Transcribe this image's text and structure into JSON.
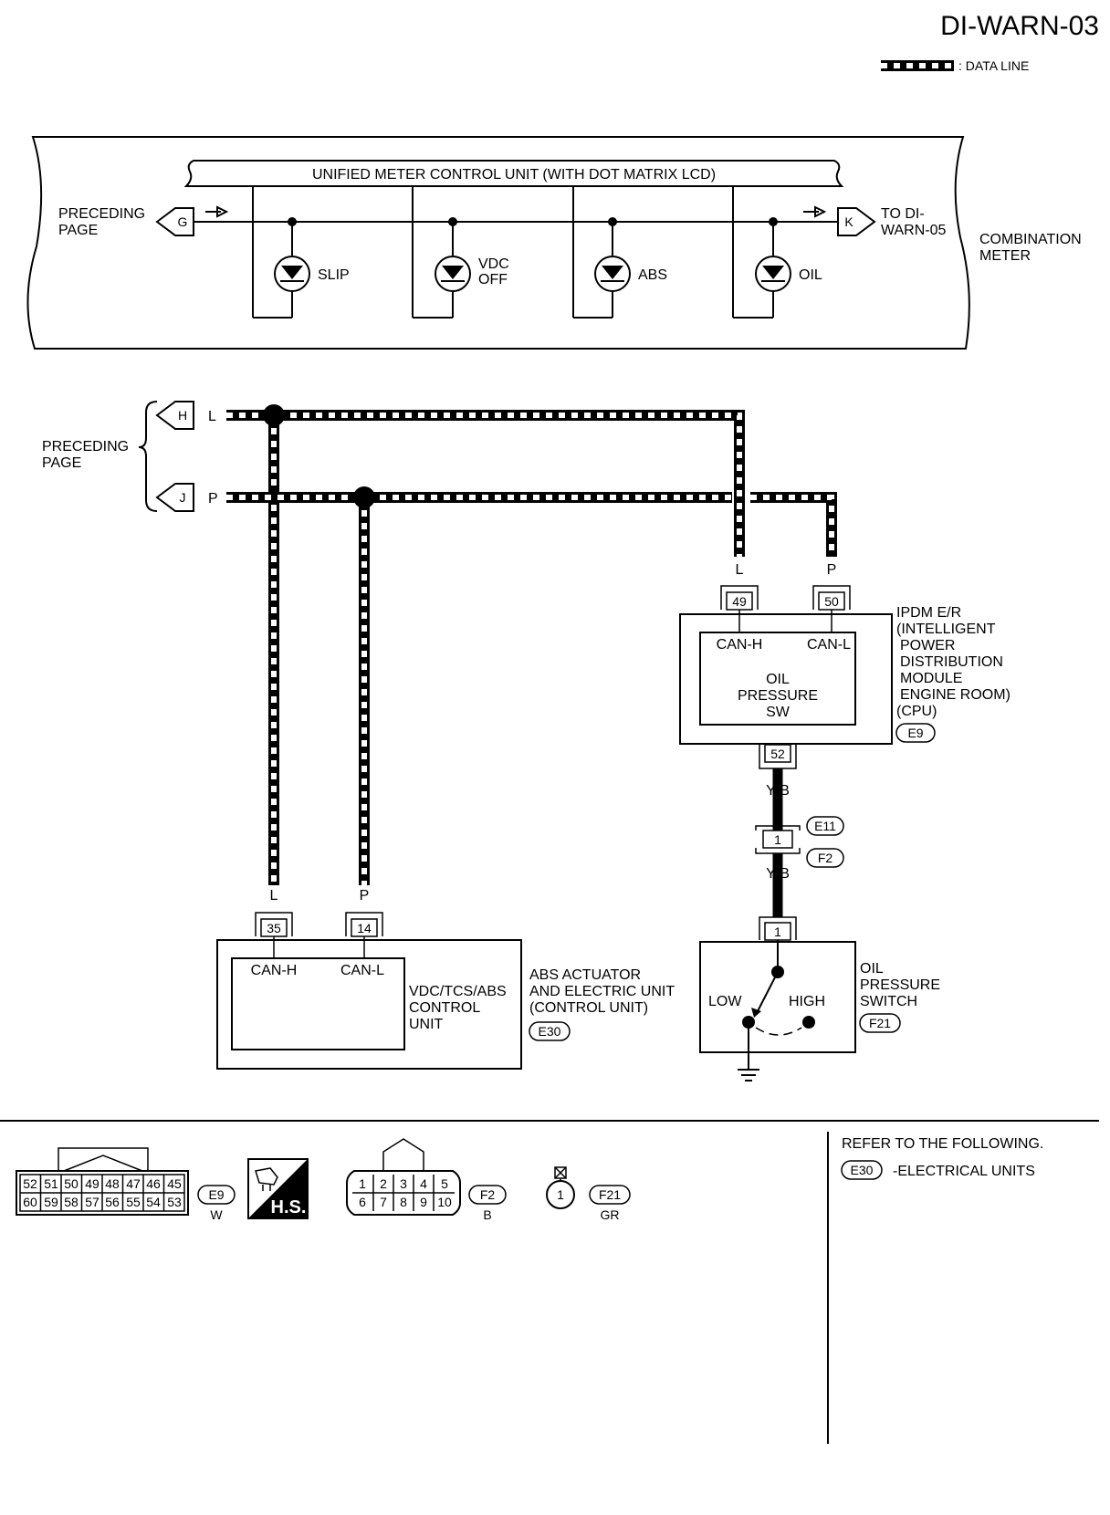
{
  "page_id": "DI-WARN-03",
  "legend": {
    "symbol_label": ": DATA LINE"
  },
  "combination_meter": {
    "label_line1": "COMBINATION",
    "label_line2": "METER",
    "unit_title": "UNIFIED METER CONTROL UNIT (WITH DOT MATRIX LCD)",
    "left_connector": {
      "id": "G",
      "text_line1": "PRECEDING",
      "text_line2": "PAGE"
    },
    "right_connector": {
      "id": "K",
      "text_line1": "TO DI-",
      "text_line2": "WARN-05"
    },
    "indicators": [
      {
        "label_line1": "SLIP",
        "label_line2": ""
      },
      {
        "label_line1": "VDC",
        "label_line2": "OFF"
      },
      {
        "label_line1": "ABS",
        "label_line2": ""
      },
      {
        "label_line1": "OIL",
        "label_line2": ""
      }
    ]
  },
  "preceding_page": {
    "text_line1": "PRECEDING",
    "text_line2": "PAGE",
    "h": {
      "id": "H",
      "wire": "L"
    },
    "j": {
      "id": "J",
      "wire": "P"
    }
  },
  "ipdm": {
    "pin_h": "49",
    "pin_l": "50",
    "pin_out": "52",
    "wire_h": "L",
    "wire_l": "P",
    "can_h": "CAN-H",
    "can_l": "CAN-L",
    "inner_line1": "OIL",
    "inner_line2": "PRESSURE",
    "inner_line3": "SW",
    "desc": [
      "IPDM E/R",
      "(INTELLIGENT",
      "POWER",
      "DISTRIBUTION",
      "MODULE",
      "ENGINE ROOM)",
      "(CPU)"
    ],
    "connector": "E9"
  },
  "joint": {
    "wire_top": "Y/B",
    "wire_bottom": "Y/B",
    "pin": "1",
    "connector_top": "E11",
    "connector_bottom": "F2"
  },
  "abs": {
    "pin_h": "35",
    "pin_l": "14",
    "wire_h": "L",
    "wire_l": "P",
    "can_h": "CAN-H",
    "can_l": "CAN-L",
    "inner_desc": [
      "VDC/TCS/ABS",
      "CONTROL",
      "UNIT"
    ],
    "desc": [
      "ABS ACTUATOR",
      "AND ELECTRIC UNIT",
      "(CONTROL UNIT)"
    ],
    "connector": "E30"
  },
  "oil_switch": {
    "pin": "1",
    "low": "LOW",
    "high": "HIGH",
    "desc": [
      "OIL",
      "PRESSURE",
      "SWITCH"
    ],
    "connector": "F21"
  },
  "connector_views": {
    "e9": {
      "top_row": [
        "52",
        "51",
        "50",
        "49",
        "48",
        "47",
        "46",
        "45"
      ],
      "bottom_row": [
        "60",
        "59",
        "58",
        "57",
        "56",
        "55",
        "54",
        "53"
      ],
      "id": "E9",
      "color": "W",
      "hs": "H.S."
    },
    "f2": {
      "top_row": [
        "1",
        "2",
        "3",
        "4",
        "5"
      ],
      "bottom_row": [
        "6",
        "7",
        "8",
        "9",
        "10"
      ],
      "id": "F2",
      "color": "B"
    },
    "f21": {
      "pin": "1",
      "id": "F21",
      "color": "GR"
    }
  },
  "reference": {
    "title": "REFER TO THE FOLLOWING.",
    "connector": "E30",
    "text": "-ELECTRICAL UNITS"
  }
}
